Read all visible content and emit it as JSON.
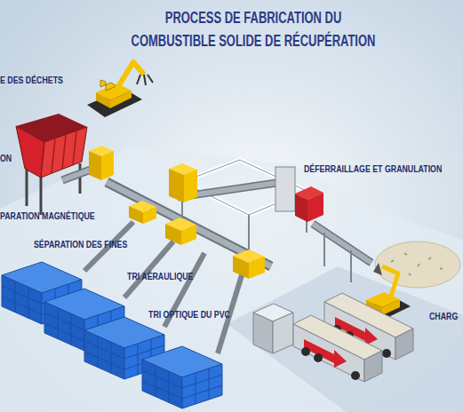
{
  "diagram": {
    "title": "PROCESS DE FABRICATION DU COMBUSTIBLE SOLIDE DE RÉCUPÉRATION",
    "labels": [
      "E DES DÉCHETS",
      "ON",
      "DÉFERRAILLAGE ET GRANULATION",
      "PARATION MAGNÉTIQUE",
      "SÉPARATION DES FINES",
      "TRI AÉRAULIQUE",
      "TRI OPTIQUE DU PVC",
      "CHARG"
    ]
  }
}
